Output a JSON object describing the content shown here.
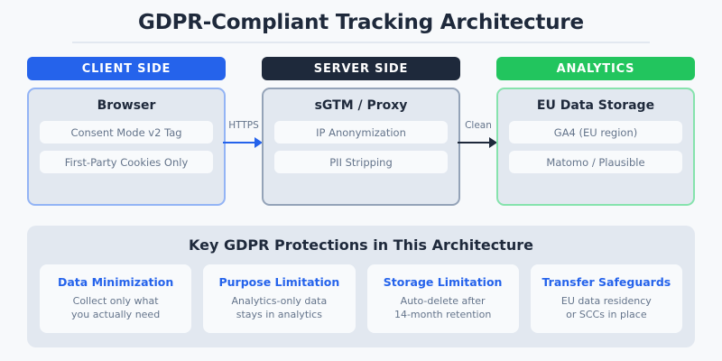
{
  "page": {
    "title": "GDPR-Compliant Tracking Architecture",
    "background_color": "#f7f9fb"
  },
  "colors": {
    "client_accent": "#2563eb",
    "server_accent": "#1e293b",
    "analytics_accent": "#22c55e",
    "panel_background": "#e2e8f0",
    "pill_background": "#f8fafc",
    "muted_text": "#64748b",
    "heading_text": "#1e293b"
  },
  "flow": {
    "columns": [
      {
        "header": "CLIENT SIDE",
        "panel_title": "Browser",
        "items": [
          "Consent Mode v2 Tag",
          "First-Party Cookies Only"
        ]
      },
      {
        "header": "SERVER SIDE",
        "panel_title": "sGTM / Proxy",
        "items": [
          "IP Anonymization",
          "PII Stripping"
        ]
      },
      {
        "header": "ANALYTICS",
        "panel_title": "EU Data Storage",
        "items": [
          "GA4 (EU region)",
          "Matomo / Plausible"
        ]
      }
    ],
    "connectors": [
      {
        "label": "HTTPS",
        "color": "#2563eb"
      },
      {
        "label": "Clean",
        "color": "#1e293b"
      }
    ]
  },
  "protections": {
    "title": "Key GDPR Protections in This Architecture",
    "cards": [
      {
        "title": "Data Minimization",
        "line1": "Collect only what",
        "line2": "you actually need"
      },
      {
        "title": "Purpose Limitation",
        "line1": "Analytics-only data",
        "line2": "stays in analytics"
      },
      {
        "title": "Storage Limitation",
        "line1": "Auto-delete after",
        "line2": "14-month retention"
      },
      {
        "title": "Transfer Safeguards",
        "line1": "EU data residency",
        "line2": "or SCCs in place"
      }
    ]
  }
}
